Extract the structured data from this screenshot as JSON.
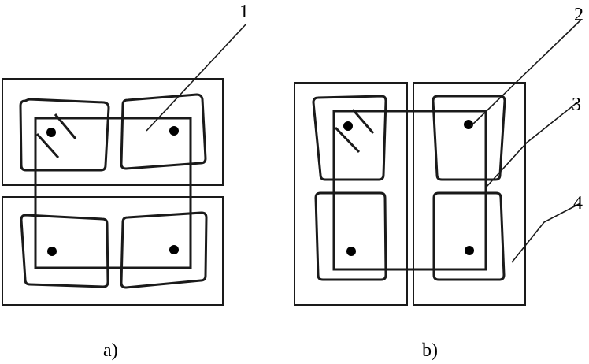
{
  "labels": {
    "panel_a": "a)",
    "panel_b": "b)",
    "callout_1": "1",
    "callout_2": "2",
    "callout_3": "3",
    "callout_4": "4"
  },
  "colors": {
    "ink": "#1a1a1a",
    "block_fill": "#f2f2f2",
    "background": "#ffffff"
  },
  "icons": [
    "rebar-dot",
    "concrete-speckle-texture"
  ]
}
